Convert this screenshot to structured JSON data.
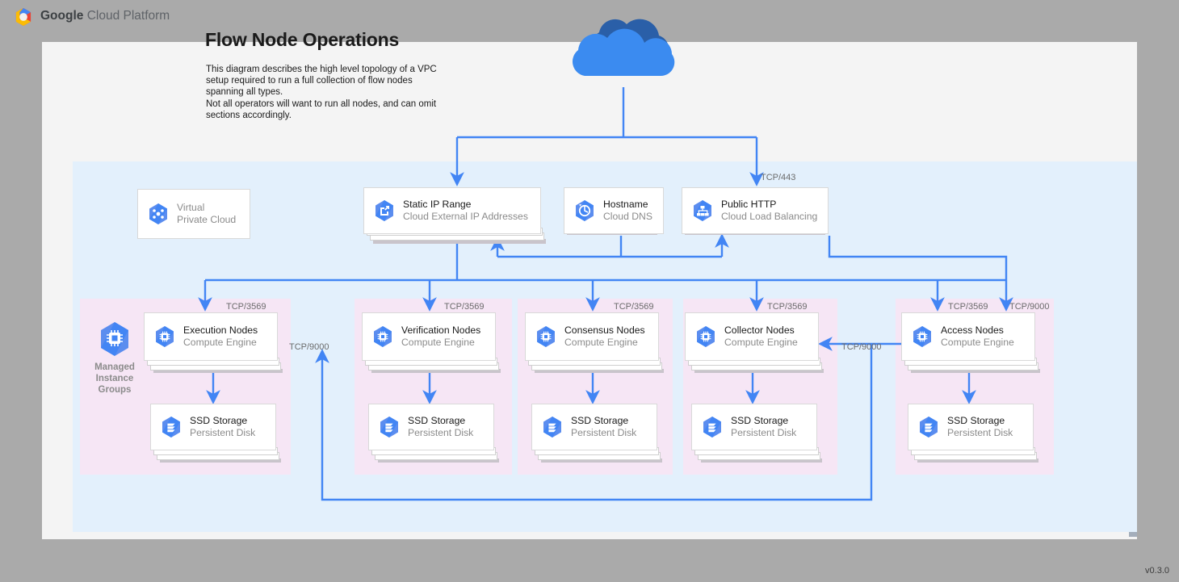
{
  "header": {
    "brand_bold": "Google",
    "brand_rest": " Cloud Platform",
    "logo_icon": "gcp-hexagon-logo"
  },
  "document": {
    "title": "Flow Node Operations",
    "description": "This diagram describes the high level topology of a VPC setup required to run a full collection of flow nodes spanning all types.\nNot all operators will want to run all nodes, and can omit sections accordingly.",
    "version": "v0.3.0"
  },
  "colors": {
    "canvas": "#f4f4f4",
    "page_background": "#aaaaaa",
    "vpc_region": "#e3f0fc",
    "instance_group": "#f6e6f5",
    "edge": "#4285f4",
    "icon_blue": "#4285f4",
    "cloud_front": "#3b8bf0",
    "cloud_back": "#2a5fa8",
    "muted_text": "#8b8b8b"
  },
  "internet": {
    "icon": "cloud-icon",
    "label": ""
  },
  "top_nodes": [
    {
      "name": "virtual-private-cloud",
      "title": "Virtual",
      "subtitle": "Private Cloud",
      "icon": "vpc-icon",
      "stacked": false,
      "muted": true
    },
    {
      "name": "static-ip-range",
      "title": "Static IP Range",
      "subtitle": "Cloud External IP Addresses",
      "icon": "external-ip-icon",
      "stacked": true,
      "muted": false
    },
    {
      "name": "hostname",
      "title": "Hostname",
      "subtitle": "Cloud DNS",
      "icon": "cloud-dns-icon",
      "stacked": false,
      "muted": false
    },
    {
      "name": "public-http",
      "title": "Public HTTP",
      "subtitle": "Cloud Load Balancing",
      "icon": "load-balancing-icon",
      "stacked": false,
      "muted": false
    }
  ],
  "managed_instance_groups": {
    "label": "Managed\nInstance\nGroups",
    "label_lines": [
      "Managed",
      "Instance",
      "Groups"
    ],
    "icon": "compute-engine-icon"
  },
  "groups": [
    {
      "name": "execution",
      "node": {
        "title": "Execution Nodes",
        "subtitle": "Compute Engine",
        "icon": "compute-engine-icon"
      },
      "storage": {
        "title": "SSD Storage",
        "subtitle": "Persistent Disk",
        "icon": "persistent-disk-icon"
      },
      "inbound_port": "TCP/3569"
    },
    {
      "name": "verification",
      "node": {
        "title": "Verification Nodes",
        "subtitle": "Compute Engine",
        "icon": "compute-engine-icon"
      },
      "storage": {
        "title": "SSD Storage",
        "subtitle": "Persistent Disk",
        "icon": "persistent-disk-icon"
      },
      "inbound_port": "TCP/3569"
    },
    {
      "name": "consensus",
      "node": {
        "title": "Consensus Nodes",
        "subtitle": "Compute Engine",
        "icon": "compute-engine-icon"
      },
      "storage": {
        "title": "SSD Storage",
        "subtitle": "Persistent Disk",
        "icon": "persistent-disk-icon"
      },
      "inbound_port": "TCP/3569"
    },
    {
      "name": "collector",
      "node": {
        "title": "Collector Nodes",
        "subtitle": "Compute Engine",
        "icon": "compute-engine-icon"
      },
      "storage": {
        "title": "SSD Storage",
        "subtitle": "Persistent Disk",
        "icon": "persistent-disk-icon"
      },
      "inbound_port": "TCP/3569"
    },
    {
      "name": "access",
      "node": {
        "title": "Access Nodes",
        "subtitle": "Compute Engine",
        "icon": "compute-engine-icon"
      },
      "storage": {
        "title": "SSD Storage",
        "subtitle": "Persistent Disk",
        "icon": "persistent-disk-icon"
      },
      "inbound_port": "TCP/3569",
      "inbound_port_2": "TCP/9000"
    }
  ],
  "edge_labels": {
    "https": "TCP/443",
    "access_to_collector": "TCP/9000",
    "access_to_execution": "TCP/9000",
    "access_inbound": "TCP/9000"
  }
}
